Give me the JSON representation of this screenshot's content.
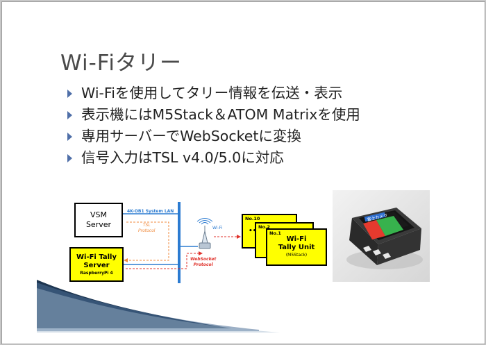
{
  "slide": {
    "title": "Wi-Fiタリー",
    "bullets": [
      "Wi-Fiを使用してタリー情報を伝送・表示",
      "表示機にはM5Stack＆ATOM Matrixを使用",
      "専用サーバーでWebSocketに変換",
      "信号入力はTSL v4.0/5.0に対応"
    ]
  },
  "diagram": {
    "vsm_line1": "VSM",
    "vsm_line2": "Server",
    "lan_label": "4K-OB1 System LAN",
    "tsl_line1": "TSL",
    "tsl_line2": "Protocol",
    "tally_line1": "Wi-Fi Tally",
    "tally_line2": "Server",
    "tally_line3": "RaspberryPi 4",
    "ws_line1": "WebSocket",
    "ws_line2": "Protocol",
    "wifi_label": "Wi-Fi",
    "card_no10": "No.10",
    "card_no2": "No.2",
    "card_no1": "No.1",
    "ellipsis": "•••",
    "unit_line1": "Wi-Fi",
    "unit_line2": "Tally Unit",
    "unit_line3": "(M5Stack)"
  },
  "photo": {
    "screen_label": "富士カメラ"
  },
  "colors": {
    "lan": "#2b7bd1",
    "tsl": "#f08a3c",
    "websocket": "#e0322b",
    "yellow": "#ffff00",
    "bullet_arrow": "#4f6fa8",
    "accent_wave": "#1d3550"
  }
}
